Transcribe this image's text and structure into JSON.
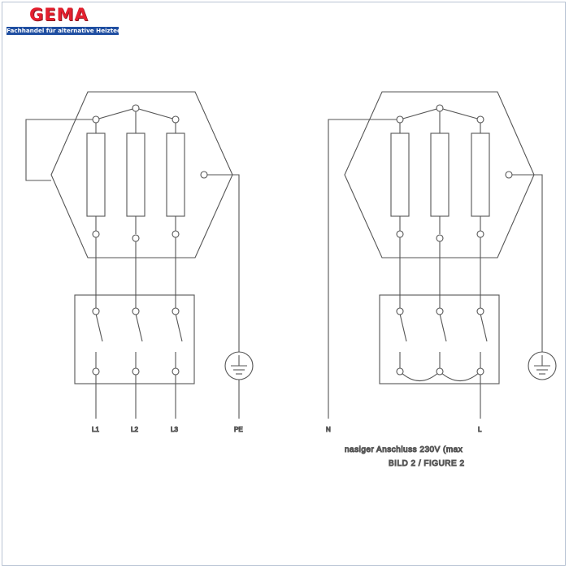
{
  "brand": {
    "name": "GEMA",
    "tagline": "Fachhandel für alternative Heiztechnik",
    "colors": {
      "red": "#e4202f",
      "blue": "#1f4ea1"
    }
  },
  "left_diagram": {
    "terminal_labels": [
      "L1",
      "L2",
      "L3",
      "PE"
    ],
    "caption": "",
    "subcaption": ""
  },
  "right_diagram": {
    "terminal_labels": [
      "N",
      "L"
    ],
    "caption": "nasiger Anschluss 230V (max",
    "subcaption": "BILD 2 / FIGURE 2"
  },
  "icons": [
    "earth-ground-icon",
    "brand-logo-icon"
  ]
}
